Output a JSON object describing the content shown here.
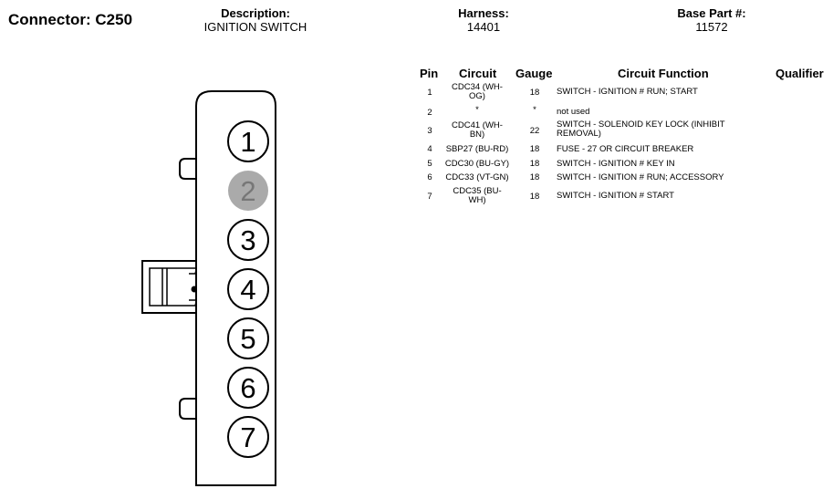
{
  "header": {
    "connector_label": "Connector: C250",
    "description_label": "Description:",
    "description_value": "IGNITION SWITCH",
    "harness_label": "Harness:",
    "harness_value": "14401",
    "base_part_label": "Base Part #:",
    "base_part_value": "11572"
  },
  "table": {
    "columns": [
      "Pin",
      "Circuit",
      "Gauge",
      "Circuit Function",
      "Qualifier"
    ],
    "rows": [
      {
        "pin": "1",
        "circuit": "CDC34 (WH-OG)",
        "gauge": "18",
        "function": "SWITCH - IGNITION # RUN; START"
      },
      {
        "pin": "2",
        "circuit": "*",
        "gauge": "*",
        "function": "not used"
      },
      {
        "pin": "3",
        "circuit": "CDC41 (WH-BN)",
        "gauge": "22",
        "function": "SWITCH - SOLENOID KEY LOCK (INHIBIT REMOVAL)"
      },
      {
        "pin": "4",
        "circuit": "SBP27 (BU-RD)",
        "gauge": "18",
        "function": "FUSE - 27 OR CIRCUIT BREAKER"
      },
      {
        "pin": "5",
        "circuit": "CDC30 (BU-GY)",
        "gauge": "18",
        "function": "SWITCH - IGNITION # KEY IN"
      },
      {
        "pin": "6",
        "circuit": "CDC33 (VT-GN)",
        "gauge": "18",
        "function": "SWITCH - IGNITION # RUN; ACCESSORY"
      },
      {
        "pin": "7",
        "circuit": "CDC35 (BU-WH)",
        "gauge": "18",
        "function": "SWITCH - IGNITION # START"
      }
    ]
  },
  "connector": {
    "pins": [
      "1",
      "2",
      "3",
      "4",
      "5",
      "6",
      "7"
    ],
    "unused_pin_fill": "#aaaaaa"
  }
}
